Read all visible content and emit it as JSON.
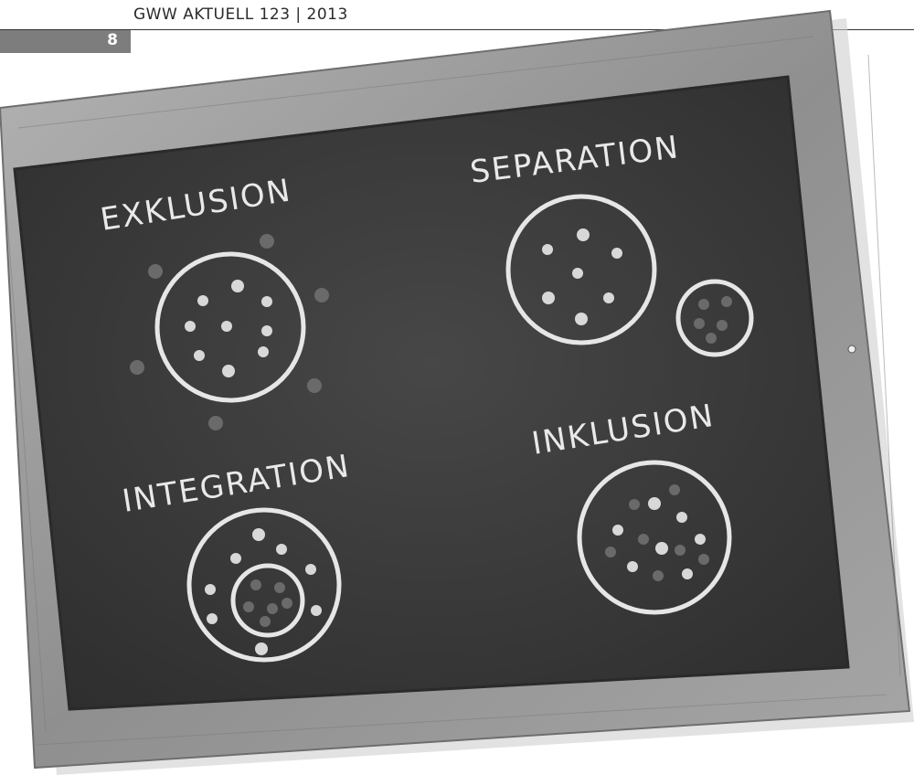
{
  "header": {
    "running_head": "GWW AKTUELL 123 | 2013",
    "page_number": "8"
  },
  "blackboard": {
    "labels": {
      "exklusion": "EXKLUSION",
      "separation": "SEPARATION",
      "integration": "INTEGRATION",
      "inklusion": "INKLUSION"
    }
  },
  "colors": {
    "board": "#3b3b3b",
    "frame": "#9a9a9a",
    "chalk": "#e9e9e9",
    "tab": "#7d7d7d"
  }
}
